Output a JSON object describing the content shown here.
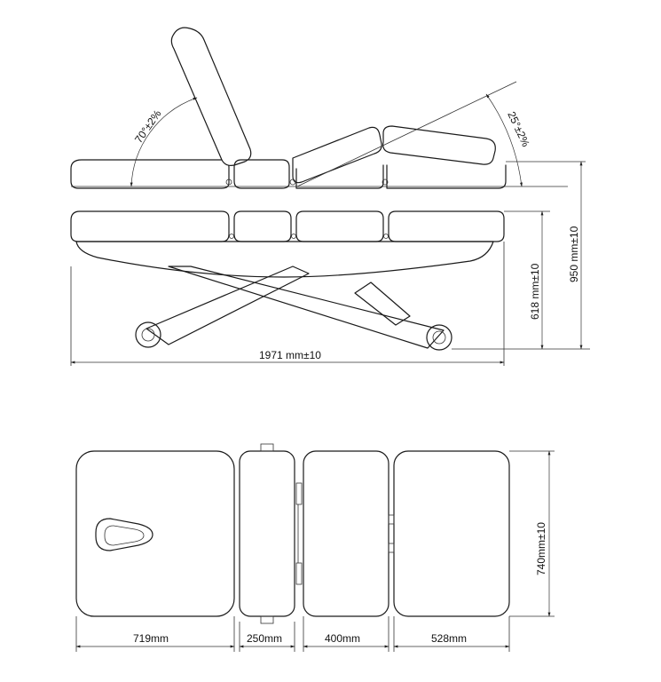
{
  "dimensions": {
    "backrest_angle": "70°±2%",
    "leg_angle": "25°±2%",
    "total_height": "950 mm±10",
    "min_height": "618 mm±10",
    "total_length": "1971 mm±10",
    "width": "740mm±10",
    "head_section": "719mm",
    "seat_section": "250mm",
    "middle_section": "400mm",
    "foot_section": "528mm"
  }
}
